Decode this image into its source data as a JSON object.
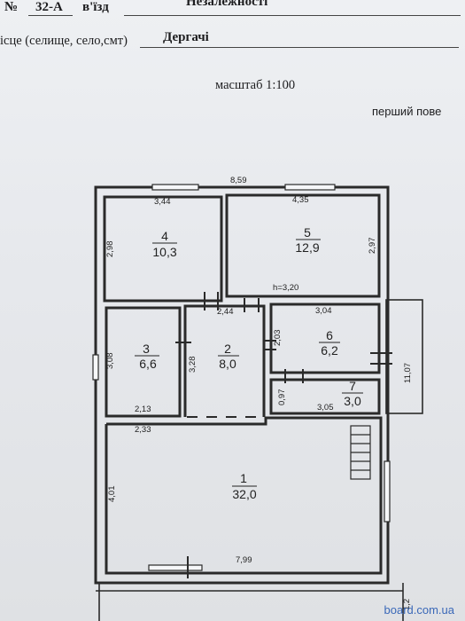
{
  "header": {
    "number_symbol": "№",
    "number_value": "32-А",
    "entrance_label": "в'їзд",
    "street_value": "Незалежності",
    "locality_label": "ісце (селище, село,смт)",
    "locality_value": "Дергачі",
    "scale_label": "масштаб 1:100",
    "floor_label": "перший пове"
  },
  "plan": {
    "rooms": [
      {
        "num": "1",
        "area": "32,0"
      },
      {
        "num": "2",
        "area": "8,0"
      },
      {
        "num": "3",
        "area": "6,6"
      },
      {
        "num": "4",
        "area": "10,3"
      },
      {
        "num": "5",
        "area": "12,9"
      },
      {
        "num": "6",
        "area": "6,2"
      },
      {
        "num": "7",
        "area": "3,0"
      }
    ],
    "dimensions": {
      "overall_width": "8,59",
      "room4_width": "3,44",
      "room5_width": "4,35",
      "room4_height": "2,98",
      "room5_height": "2,97",
      "ceiling_height": "h=3,20",
      "corridor_width": "2,44",
      "room6_width": "3,04",
      "room6_height": "2,03",
      "room3_height": "3,08",
      "room2_height": "3,28",
      "room3_width": "2,13",
      "room7_height": "0,97",
      "room7_width": "3,05",
      "room1_top_width": "2,33",
      "side_depth": "11,07",
      "room1_height": "4,01",
      "room1_bottom_width": "7,99",
      "porch_dim": "1,2"
    }
  },
  "watermark": "board.com.ua"
}
